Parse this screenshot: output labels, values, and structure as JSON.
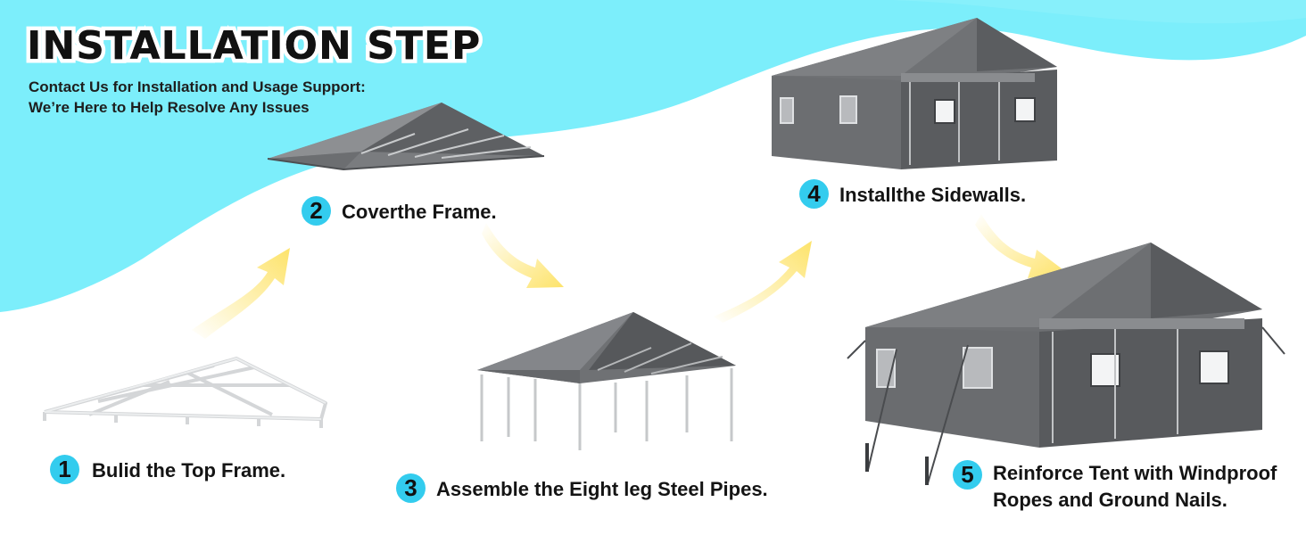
{
  "header": {
    "title": "INSTALLATION STEP",
    "subtitle_line1": "Contact Us for Installation and Usage Support:",
    "subtitle_line2": "We’re Here to Help Resolve Any Issues"
  },
  "steps": [
    {
      "number": "1",
      "label": "Bulid the Top Frame."
    },
    {
      "number": "2",
      "label": "Coverthe Frame."
    },
    {
      "number": "3",
      "label": "Assemble the Eight leg Steel Pipes."
    },
    {
      "number": "4",
      "label": "Installthe Sidewalls."
    },
    {
      "number": "5",
      "label_line1": "Reinforce Tent with Windproof",
      "label_line2": "Ropes and Ground Nails."
    }
  ],
  "colors": {
    "accent_cyan": "#33ccee",
    "wave_cyan": "#7ceefb",
    "tent_gray": "#6b6d70",
    "arrow_yellow": "#fde36a"
  }
}
